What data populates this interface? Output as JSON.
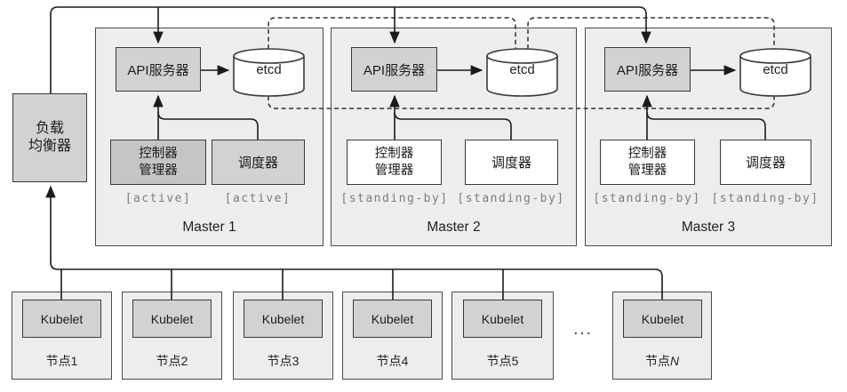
{
  "colors": {
    "panel_fill": "#ededed",
    "box_gray": "#d2d2d2",
    "box_active_dark": "#c5c5c5",
    "box_white": "#ffffff",
    "border": "#3a3a3a",
    "line": "#1a1a1a",
    "status_text": "#7d7d7d"
  },
  "load_balancer": {
    "label": "负载\n均衡器"
  },
  "masters": [
    {
      "name": "Master 1",
      "api_server": "API服务器",
      "etcd": "etcd",
      "controller_manager": "控制器\n管理器",
      "scheduler": "调度器",
      "controller_status": "[active]",
      "scheduler_status": "[active]"
    },
    {
      "name": "Master 2",
      "api_server": "API服务器",
      "etcd": "etcd",
      "controller_manager": "控制器\n管理器",
      "scheduler": "调度器",
      "controller_status": "[standing-by]",
      "scheduler_status": "[standing-by]"
    },
    {
      "name": "Master 3",
      "api_server": "API服务器",
      "etcd": "etcd",
      "controller_manager": "控制器\n管理器",
      "scheduler": "调度器",
      "controller_status": "[standing-by]",
      "scheduler_status": "[standing-by]"
    }
  ],
  "nodes": [
    {
      "kubelet": "Kubelet",
      "label": "节点1",
      "suffix": ""
    },
    {
      "kubelet": "Kubelet",
      "label": "节点2",
      "suffix": ""
    },
    {
      "kubelet": "Kubelet",
      "label": "节点3",
      "suffix": ""
    },
    {
      "kubelet": "Kubelet",
      "label": "节点4",
      "suffix": ""
    },
    {
      "kubelet": "Kubelet",
      "label": "节点5",
      "suffix": ""
    },
    {
      "kubelet": "Kubelet",
      "label": "节点",
      "suffix": "N"
    }
  ],
  "ellipsis": "..."
}
